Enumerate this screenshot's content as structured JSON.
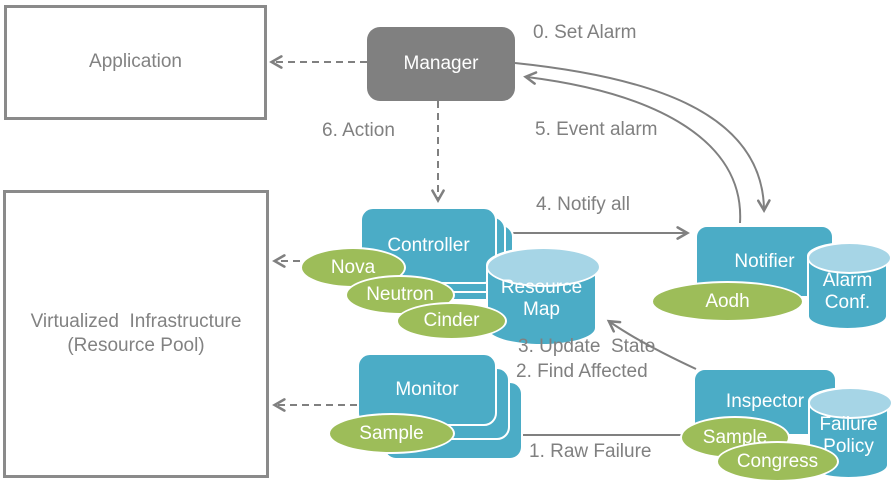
{
  "colors": {
    "teal": "#4BACC6",
    "teal_cap": "#A6D5E6",
    "green": "#9DBD59",
    "gray": "#808080"
  },
  "boxes": {
    "application": {
      "label": "Application"
    },
    "virtualized_infrastructure": {
      "line1": "Virtualized  Infrastructure",
      "line2": "(Resource Pool)"
    }
  },
  "nodes": {
    "manager": {
      "label": "Manager"
    },
    "controller": {
      "label": "Controller"
    },
    "monitor": {
      "label": "Monitor"
    },
    "notifier": {
      "label": "Notifier"
    },
    "inspector": {
      "label": "Inspector"
    }
  },
  "datastores": {
    "resource_map": {
      "line1": "Resource",
      "line2": "Map"
    },
    "alarm_conf": {
      "line1": "Alarm",
      "line2": "Conf."
    },
    "failure_policy": {
      "line1": "Failure",
      "line2": "Policy"
    }
  },
  "plugins": {
    "nova": {
      "label": "Nova"
    },
    "neutron": {
      "label": "Neutron"
    },
    "cinder": {
      "label": "Cinder"
    },
    "sample_monitor": {
      "label": "Sample"
    },
    "aodh": {
      "label": "Aodh"
    },
    "sample_inspector": {
      "label": "Sample"
    },
    "congress": {
      "label": "Congress"
    }
  },
  "flow_labels": {
    "set_alarm": "0. Set Alarm",
    "event_alarm": "5. Event alarm",
    "action": "6. Action",
    "notify_all": "4. Notify all",
    "update_state": "3. Update  State",
    "find_affected": "2. Find Affected",
    "raw_failure": "1. Raw Failure"
  }
}
